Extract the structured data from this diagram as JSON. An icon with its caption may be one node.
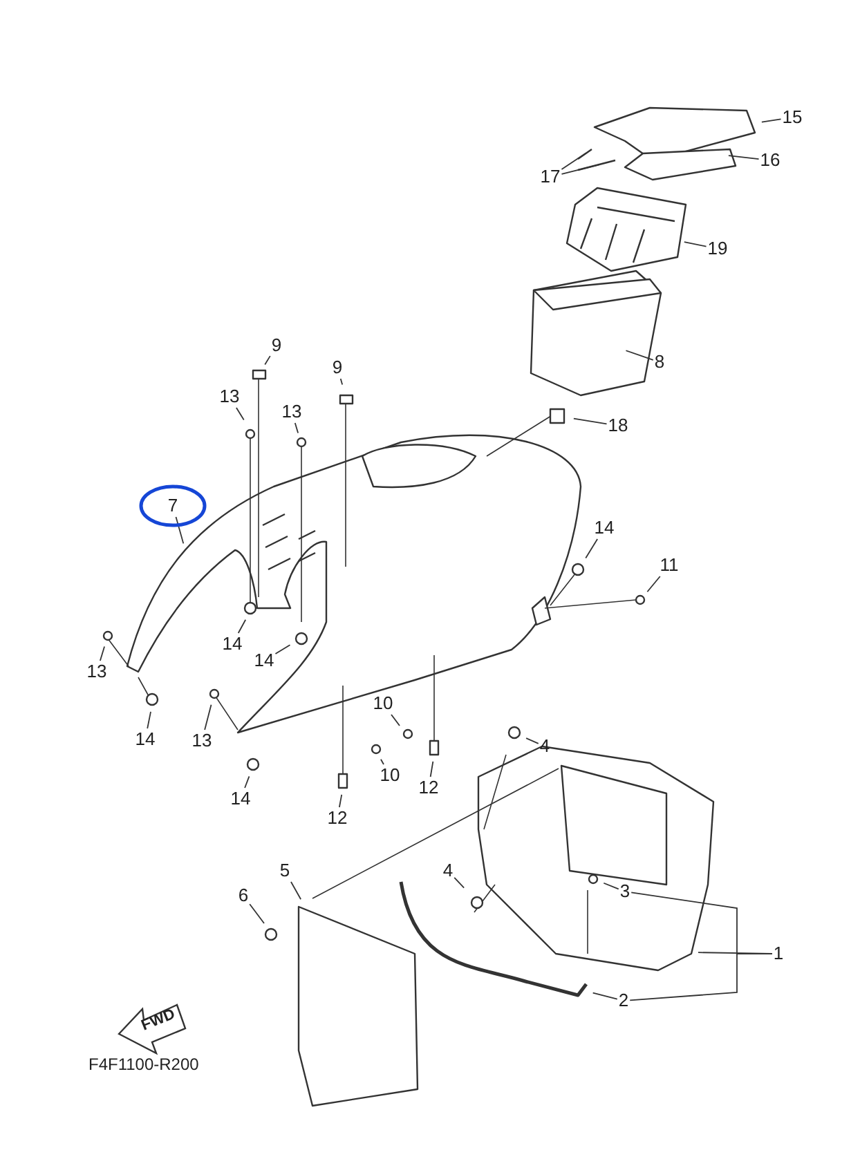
{
  "diagram": {
    "nodes": [
      {
        "text": [
          "15"
        ]
      },
      {
        "text": [
          "16"
        ]
      },
      {
        "text": [
          "17"
        ]
      },
      {
        "text": [
          "19"
        ]
      },
      {
        "text": [
          "9"
        ]
      },
      {
        "text": [
          "9"
        ]
      },
      {
        "text": [
          "8"
        ]
      },
      {
        "text": [
          "13"
        ]
      },
      {
        "text": [
          "13"
        ]
      },
      {
        "text": [
          "18"
        ]
      },
      {
        "text": [
          "7"
        ]
      },
      {
        "text": [
          "14"
        ]
      },
      {
        "text": [
          "11"
        ]
      },
      {
        "text": [
          "14"
        ]
      },
      {
        "text": [
          "14"
        ]
      },
      {
        "text": [
          "13"
        ]
      },
      {
        "text": [
          "10"
        ]
      },
      {
        "text": [
          "14"
        ]
      },
      {
        "text": [
          "13"
        ]
      },
      {
        "text": [
          "10"
        ]
      },
      {
        "text": [
          "12"
        ]
      },
      {
        "text": [
          "14"
        ]
      },
      {
        "text": [
          "4"
        ]
      },
      {
        "text": [
          "12"
        ]
      },
      {
        "text": [
          "5"
        ]
      },
      {
        "text": [
          "4"
        ]
      },
      {
        "text": [
          "3"
        ]
      },
      {
        "text": [
          "6"
        ]
      },
      {
        "text": [
          "1"
        ]
      },
      {
        "text": [
          "2"
        ]
      }
    ],
    "edges": [
      {
        "from": 0,
        "to": null,
        "arrow": "none"
      },
      {
        "from": 1,
        "to": null,
        "arrow": "none"
      },
      {
        "from": 2,
        "to": null,
        "arrow": "none"
      },
      {
        "from": 2,
        "to": null,
        "arrow": "none"
      },
      {
        "from": 3,
        "to": null,
        "arrow": "none"
      },
      {
        "from": 4,
        "to": null,
        "arrow": "none"
      },
      {
        "from": 5,
        "to": null,
        "arrow": "none"
      },
      {
        "from": 6,
        "to": null,
        "arrow": "none"
      },
      {
        "from": 7,
        "to": null,
        "arrow": "none"
      },
      {
        "from": 8,
        "to": null,
        "arrow": "none"
      },
      {
        "from": 9,
        "to": null,
        "arrow": "none"
      },
      {
        "from": 10,
        "to": null,
        "arrow": "none"
      },
      {
        "from": 11,
        "to": null,
        "arrow": "none"
      },
      {
        "from": 12,
        "to": null,
        "arrow": "none"
      },
      {
        "from": 13,
        "to": null,
        "arrow": "none"
      },
      {
        "from": 14,
        "to": null,
        "arrow": "none"
      },
      {
        "from": 15,
        "to": null,
        "arrow": "none"
      },
      {
        "from": 16,
        "to": null,
        "arrow": "none"
      },
      {
        "from": 17,
        "to": null,
        "arrow": "none"
      },
      {
        "from": 18,
        "to": null,
        "arrow": "none"
      },
      {
        "from": 19,
        "to": null,
        "arrow": "none"
      },
      {
        "from": 20,
        "to": null,
        "arrow": "none"
      },
      {
        "from": 21,
        "to": null,
        "arrow": "none"
      },
      {
        "from": 22,
        "to": null,
        "arrow": "none"
      },
      {
        "from": 23,
        "to": null,
        "arrow": "none"
      },
      {
        "from": 24,
        "to": null,
        "arrow": "none"
      },
      {
        "from": 25,
        "to": null,
        "arrow": "none"
      },
      {
        "from": 26,
        "to": null,
        "arrow": "none"
      },
      {
        "from": 27,
        "to": null,
        "arrow": "none"
      },
      {
        "from": 28,
        "to": null,
        "arrow": "none"
      },
      {
        "from": 28,
        "to": 26,
        "arrow": "none"
      },
      {
        "from": 28,
        "to": 29,
        "arrow": "none"
      },
      {
        "from": 29,
        "to": null,
        "arrow": "none"
      }
    ],
    "labels": [
      "FWD",
      "F4F1100-R200"
    ]
  }
}
